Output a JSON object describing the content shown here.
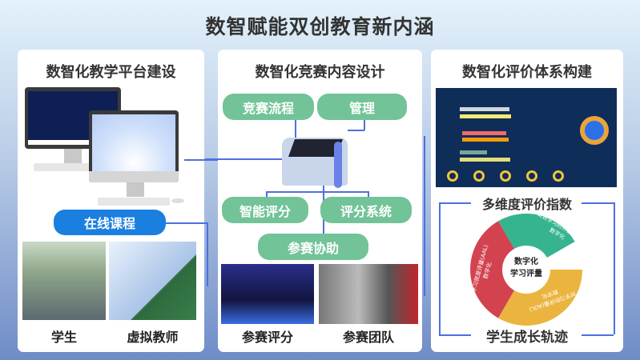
{
  "title": "数智赋能双创教育新内涵",
  "left": {
    "heading": "数智化教学平台建设",
    "button": "在线课程",
    "captions": [
      "学生",
      "虚拟教师"
    ]
  },
  "middle": {
    "heading": "数智化竞赛内容设计",
    "nodes": [
      "竞赛流程",
      "管理",
      "智能评分",
      "评分系统",
      "参赛协助"
    ],
    "captions": [
      "参赛评分",
      "参赛团队"
    ]
  },
  "right": {
    "heading": "数智化评价体系构建",
    "index_title": "多维度评价指数",
    "footer": "学生成长轨迹",
    "ring": {
      "center": [
        "数字化",
        "学习评量"
      ],
      "segments": [
        {
          "label": "促进学习的评量(AFL)",
          "sub": "数字化",
          "color": "#35b48f"
        },
        {
          "label": "学习就是评量(AAL)",
          "sub": "数字化",
          "color": "#d2434f"
        },
        {
          "label": "对学习的评量(AOL)",
          "sub": "数字化",
          "color": "#ebb43f"
        }
      ]
    }
  }
}
